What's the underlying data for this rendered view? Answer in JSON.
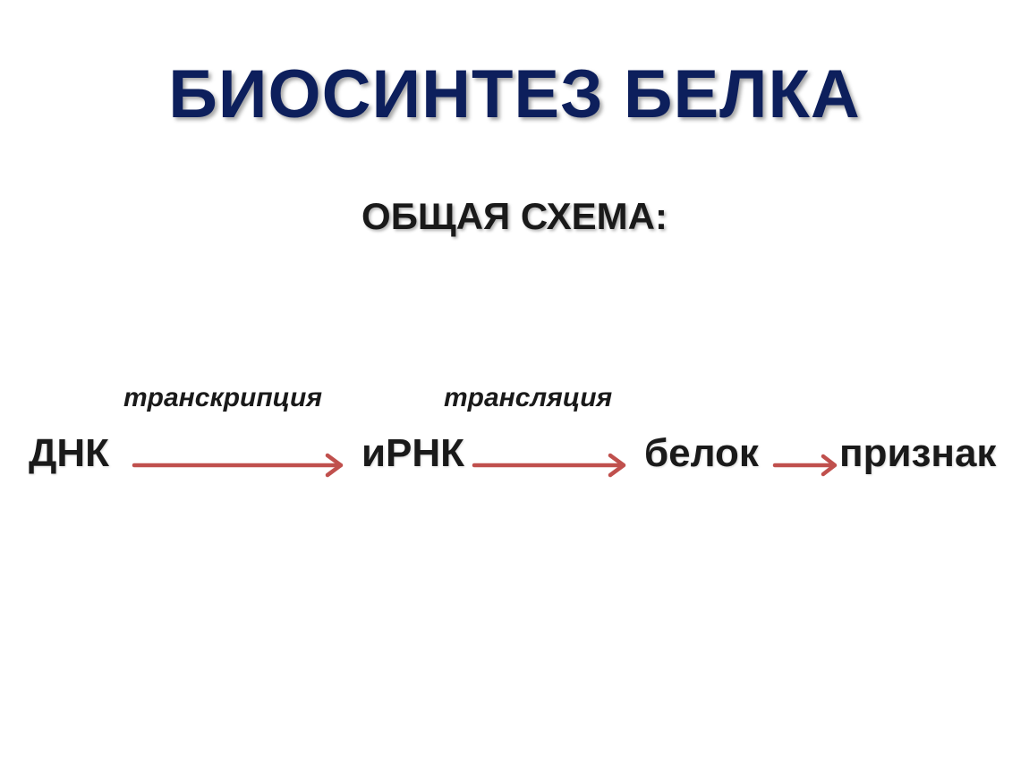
{
  "title": "БИОСИНТЕЗ БЕЛКА",
  "subtitle": "ОБЩАЯ СХЕМА:",
  "diagram": {
    "nodes": [
      "ДНК",
      "иРНК",
      "белок",
      "признак"
    ],
    "processes": [
      "транскрипция",
      "трансляция"
    ],
    "arrow_color": "#c0504d",
    "title_color": "#0d1f5c"
  }
}
